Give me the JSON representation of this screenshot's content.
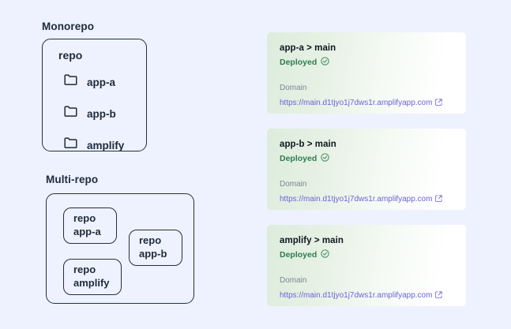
{
  "theme": {
    "page_background": "#eef2fe",
    "outline_color": "#232f3e",
    "text_color": "#1f2a3c",
    "status_green": "#2e7d4f",
    "link_purple": "#6b63d6",
    "muted_gray": "#7c8596",
    "card_gradient_start": "#dcecdc",
    "card_gradient_end": "#ffffff"
  },
  "monorepo": {
    "title": "Monorepo",
    "repo_label": "repo",
    "folders": [
      {
        "icon": "folder-icon",
        "label": "app-a"
      },
      {
        "icon": "folder-icon",
        "label": "app-b"
      },
      {
        "icon": "folder-icon",
        "label": "amplify"
      }
    ]
  },
  "multirepo": {
    "title": "Multi-repo",
    "repos": [
      {
        "line1": "repo",
        "line2": "app-a"
      },
      {
        "line1": "repo",
        "line2": "app-b"
      },
      {
        "line1": "repo",
        "line2": "amplify"
      }
    ]
  },
  "deployments": {
    "domain_label": "Domain",
    "status_label": "Deployed",
    "status_icon": "check-circle-icon",
    "link_icon": "external-link-icon",
    "cards": [
      {
        "title": "app-a > main",
        "status": "Deployed",
        "domain_label": "Domain",
        "url": "https://main.d1tjyo1j7dws1r.amplifyapp.com"
      },
      {
        "title": "app-b > main",
        "status": "Deployed",
        "domain_label": "Domain",
        "url": "https://main.d1tjyo1j7dws1r.amplifyapp.com"
      },
      {
        "title": "amplify > main",
        "status": "Deployed",
        "domain_label": "Domain",
        "url": "https://main.d1tjyo1j7dws1r.amplifyapp.com"
      }
    ]
  }
}
